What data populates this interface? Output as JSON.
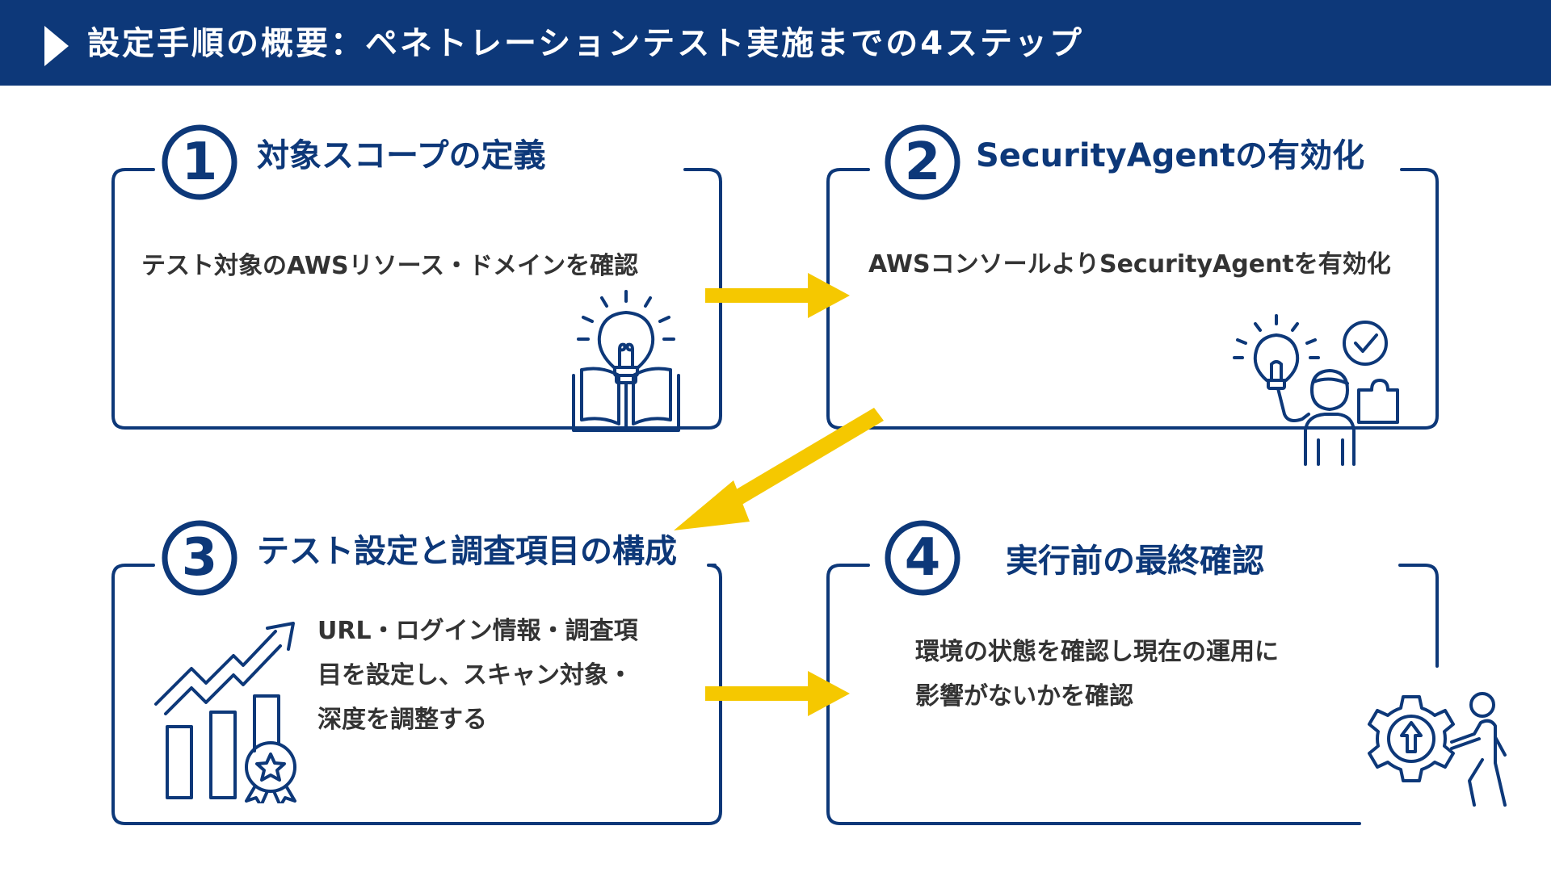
{
  "header": {
    "title": "設定手順の概要：ペネトレーションテスト実施までの4ステップ"
  },
  "colors": {
    "navy": "#0d3879",
    "arrow": "#f5c800",
    "text": "#333333",
    "background": "#ffffff"
  },
  "steps": [
    {
      "number": "1",
      "title": "対象スコープの定義",
      "description": "テスト対象のAWSリソース・ドメインを確認",
      "icon": "idea-book-icon"
    },
    {
      "number": "2",
      "title": "SecurityAgentの有効化",
      "description": "AWSコンソールよりSecurityAgentを有効化",
      "icon": "person-idea-check-icon"
    },
    {
      "number": "3",
      "title": "テスト設定と調査項目の構成",
      "description_lines": [
        "URL・ログイン情報・調査項",
        "目を設定し、スキャン対象・",
        "深度を調整する"
      ],
      "icon": "growth-chart-award-icon"
    },
    {
      "number": "4",
      "title": "実行前の最終確認",
      "description_lines": [
        "環境の状態を確認し現在の運用に",
        "影響がないかを確認"
      ],
      "icon": "person-gear-upload-icon"
    }
  ],
  "arrows": [
    {
      "from": "1",
      "to": "2"
    },
    {
      "from": "2",
      "to": "3"
    },
    {
      "from": "3",
      "to": "4"
    }
  ]
}
